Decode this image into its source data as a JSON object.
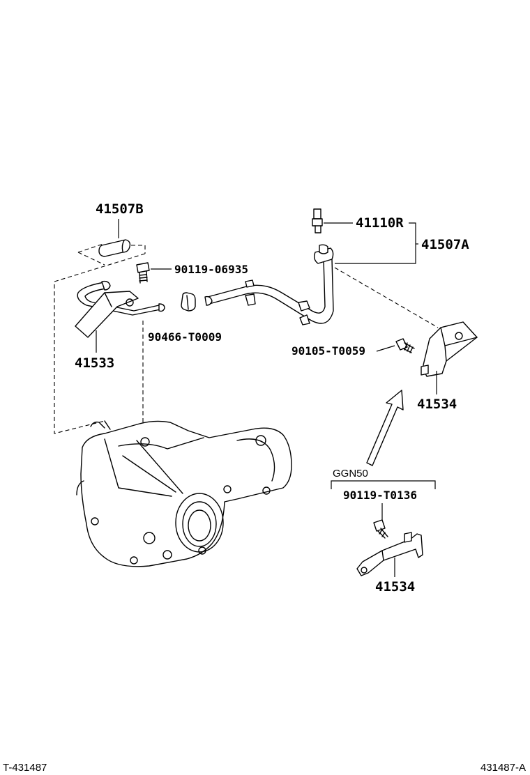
{
  "labels": {
    "p41507B": "41507B",
    "p90119_06935": "90119-06935",
    "p90466_T0009": "90466-T0009",
    "p41533": "41533",
    "p41110R": "41110R",
    "p41507A": "41507A",
    "p90105_T0059": "90105-T0059",
    "p41534_upper": "41534",
    "ggn50": "GGN50",
    "p90119_T0136": "90119-T0136",
    "p41534_lower": "41534"
  },
  "footer": {
    "left": "T-431487",
    "right": "431487-A"
  }
}
